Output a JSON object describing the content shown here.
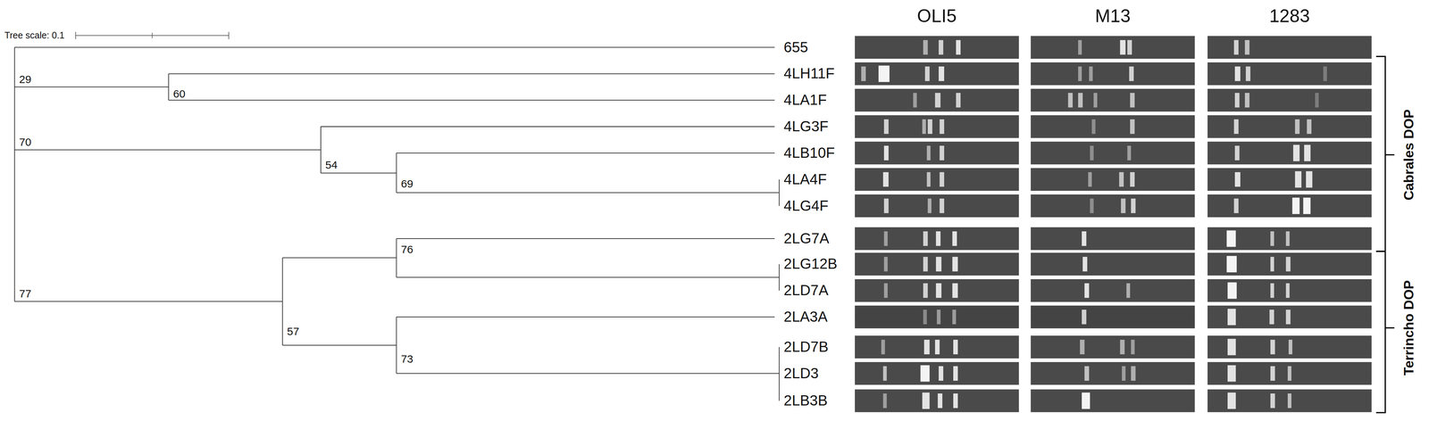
{
  "diagram": {
    "labels": [
      "Tree scale: 0.1",
      "OLI5",
      "M13",
      "1283",
      "655",
      "4LH11F",
      "4LA1F",
      "4LG3F",
      "4LB10F",
      "4LA4F",
      "4LG4F",
      "2LG7A",
      "2LG12B",
      "2LD7A",
      "2LA3A",
      "2LD7B",
      "2LD3",
      "2LB3B",
      "29",
      "60",
      "70",
      "54",
      "69",
      "77",
      "76",
      "57",
      "73",
      "Cabrales DOP",
      "Terrincho DOP"
    ]
  }
}
